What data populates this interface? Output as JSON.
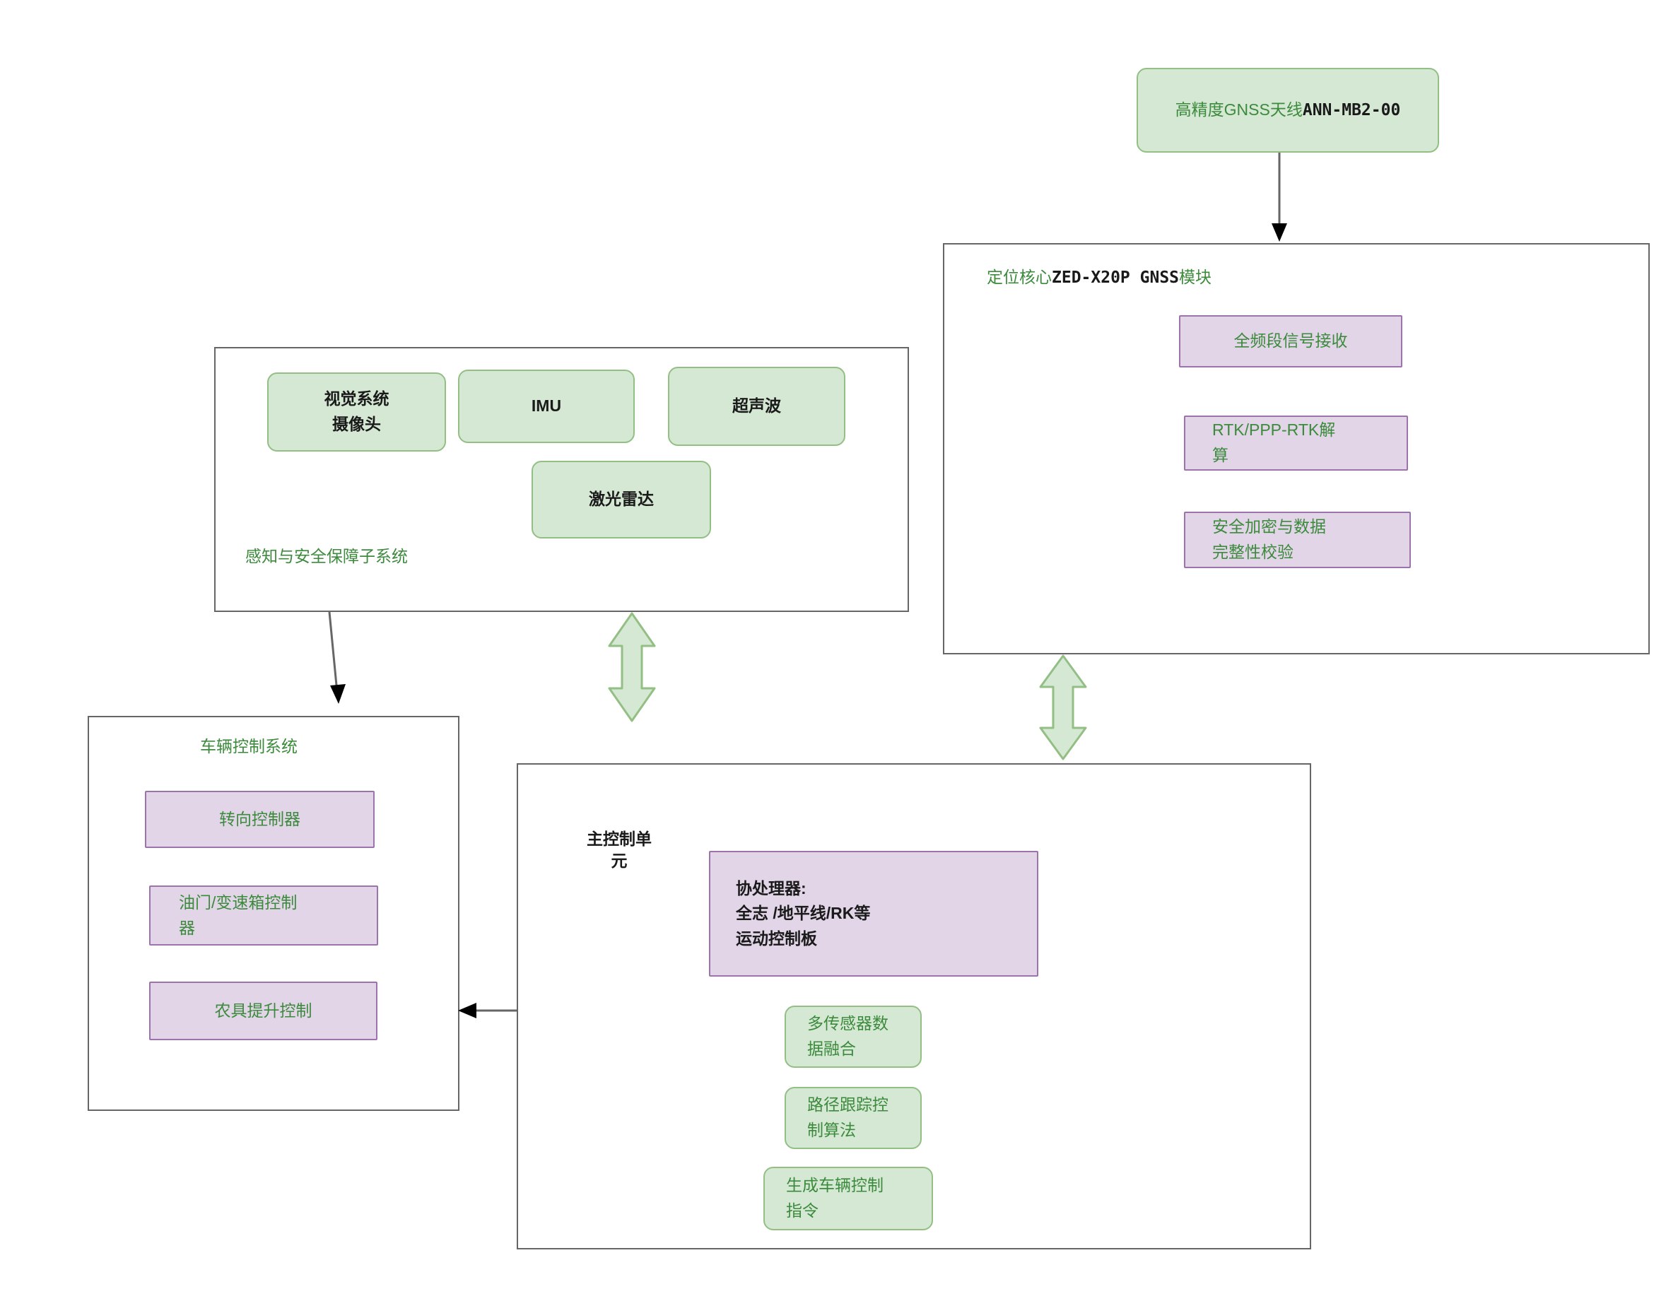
{
  "diagram": {
    "title_absent": true,
    "colors": {
      "green_fill": "#d5e8d4",
      "green_stroke": "#93bf85",
      "green_text": "#3c8a3c",
      "purple_fill": "#e1d5e7",
      "purple_stroke": "#9c74ab",
      "dark_text": "#1a1a1a",
      "container_stroke": "#666666",
      "arrow_line": "#666666",
      "arrow_head": "#000000"
    },
    "nodes": {
      "gnss_antenna": {
        "label_cn": "高精度GNSS天线",
        "label_code": "ANN-MB2-00"
      },
      "gnss_module_container": {
        "label_cn_prefix": "定位核心",
        "label_code": "ZED-X20P GNSS",
        "label_cn_suffix": "模块",
        "children": [
          {
            "label": "全频段信号接收",
            "align": "center"
          },
          {
            "label": "RTK/PPP-RTK解\n算",
            "align": "left"
          },
          {
            "label": "安全加密与数据\n完整性校验",
            "align": "left"
          }
        ]
      },
      "perception_container": {
        "label": "感知与安全保障子系统",
        "children": [
          {
            "label": "视觉系统\n摄像头"
          },
          {
            "label": "IMU"
          },
          {
            "label": "超声波"
          },
          {
            "label": "激光雷达"
          }
        ]
      },
      "vehicle_control_container": {
        "label": "车辆控制系统",
        "children": [
          {
            "label": "转向控制器",
            "align": "center"
          },
          {
            "label": "油门/变速箱控制\n器",
            "align": "left"
          },
          {
            "label": "农具提升控制",
            "align": "center"
          }
        ]
      },
      "main_control_container": {
        "label": "主控制单\n元",
        "coprocessor": {
          "label": "协处理器:\n全志 /地平线/RK等\n运动控制板"
        },
        "children": [
          {
            "label": "多传感器数\n据融合"
          },
          {
            "label": "路径跟踪控\n制算法"
          },
          {
            "label": "生成车辆控制\n指令"
          }
        ]
      }
    },
    "connections": [
      {
        "from": "gnss_antenna",
        "to": "gnss_module_container",
        "style": "single-arrow-down"
      },
      {
        "from": "gnss_module_container",
        "to": "main_control_container",
        "style": "double-arrow-vertical-green"
      },
      {
        "from": "perception_container",
        "to": "main_control_container",
        "style": "double-arrow-vertical-green"
      },
      {
        "from": "perception_container",
        "to": "vehicle_control_container",
        "style": "single-arrow-down"
      },
      {
        "from": "main_control_container",
        "to": "vehicle_control_container",
        "style": "single-arrow-left"
      }
    ]
  }
}
